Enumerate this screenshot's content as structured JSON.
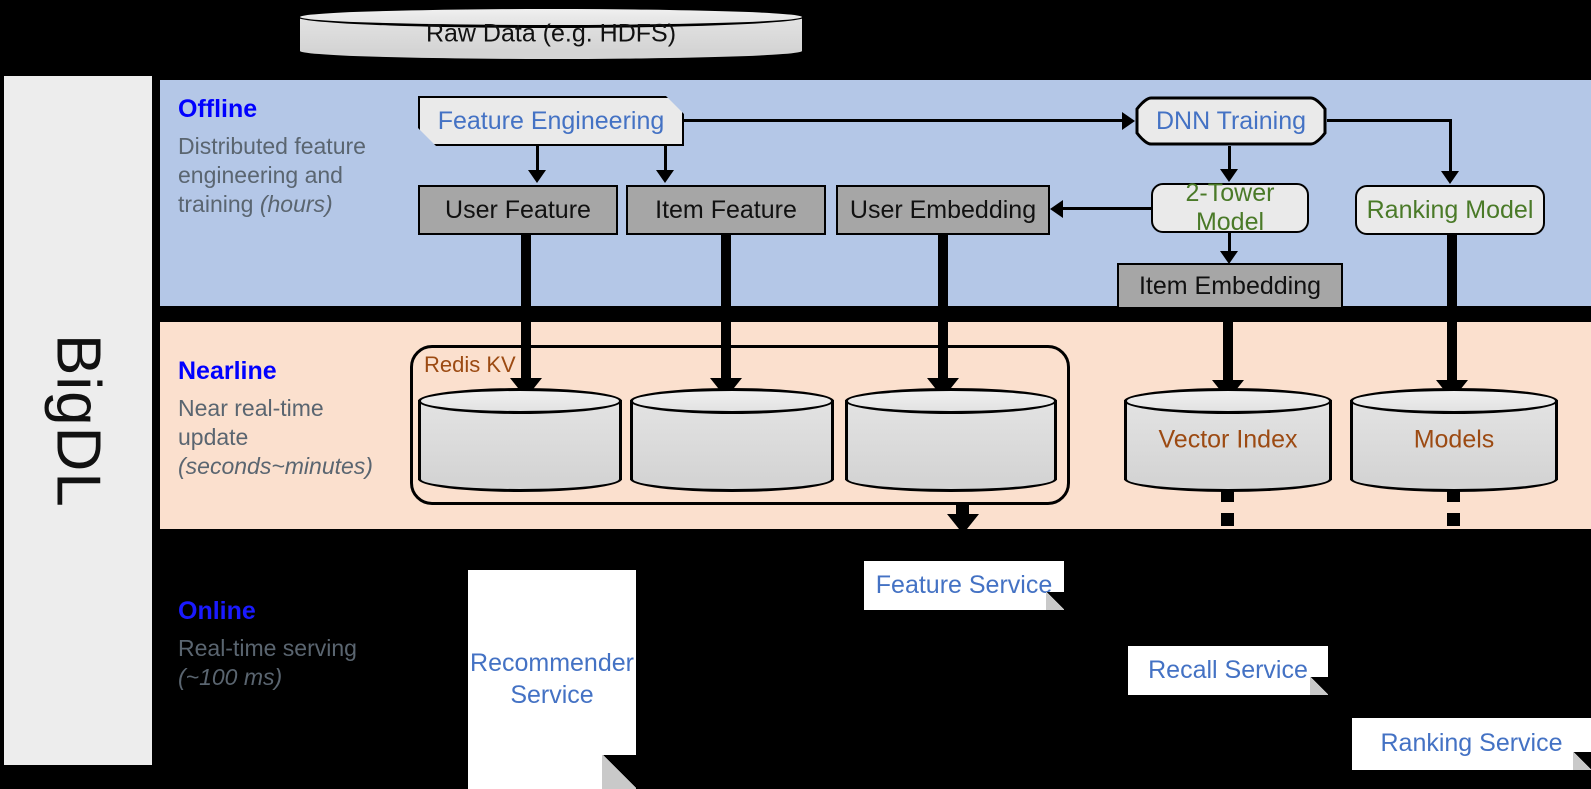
{
  "framework": {
    "name": "BigDL"
  },
  "source": {
    "label": "Raw Data (e.g. HDFS)"
  },
  "bands": {
    "offline": {
      "title": "Offline",
      "desc": "Distributed feature engineering and training (hours)",
      "color": "#b4c7e7"
    },
    "nearline": {
      "title": "Nearline",
      "desc": "Near real-time update (seconds~minutes)",
      "color": "#fbe0ce"
    },
    "online": {
      "title": "Online",
      "desc": "Real-time serving (~100 ms)",
      "color": "#000000"
    }
  },
  "offline": {
    "feature_engineering": "Feature Engineering",
    "dnn_training": "DNN Training",
    "user_feature": "User Feature",
    "item_feature": "Item Feature",
    "user_embedding": "User Embedding",
    "two_tower_model": "2-Tower Model",
    "ranking_model": "Ranking Model",
    "item_embedding": "Item Embedding"
  },
  "nearline": {
    "redis_group": "Redis KV",
    "vector_index": "Vector Index",
    "models": "Models"
  },
  "online": {
    "recommender_service": "Recommender Service",
    "feature_service": "Feature Service",
    "recall_service": "Recall Service",
    "ranking_service": "Ranking Service"
  },
  "colors": {
    "band_offline": "#b4c7e7",
    "band_nearline": "#fbe0ce",
    "accent_blue": "#0000ff",
    "node_blue": "#4472c4",
    "model_green": "#4a7a28",
    "storage_orange": "#9c4a12",
    "gray_fill": "#a6a6a6"
  }
}
